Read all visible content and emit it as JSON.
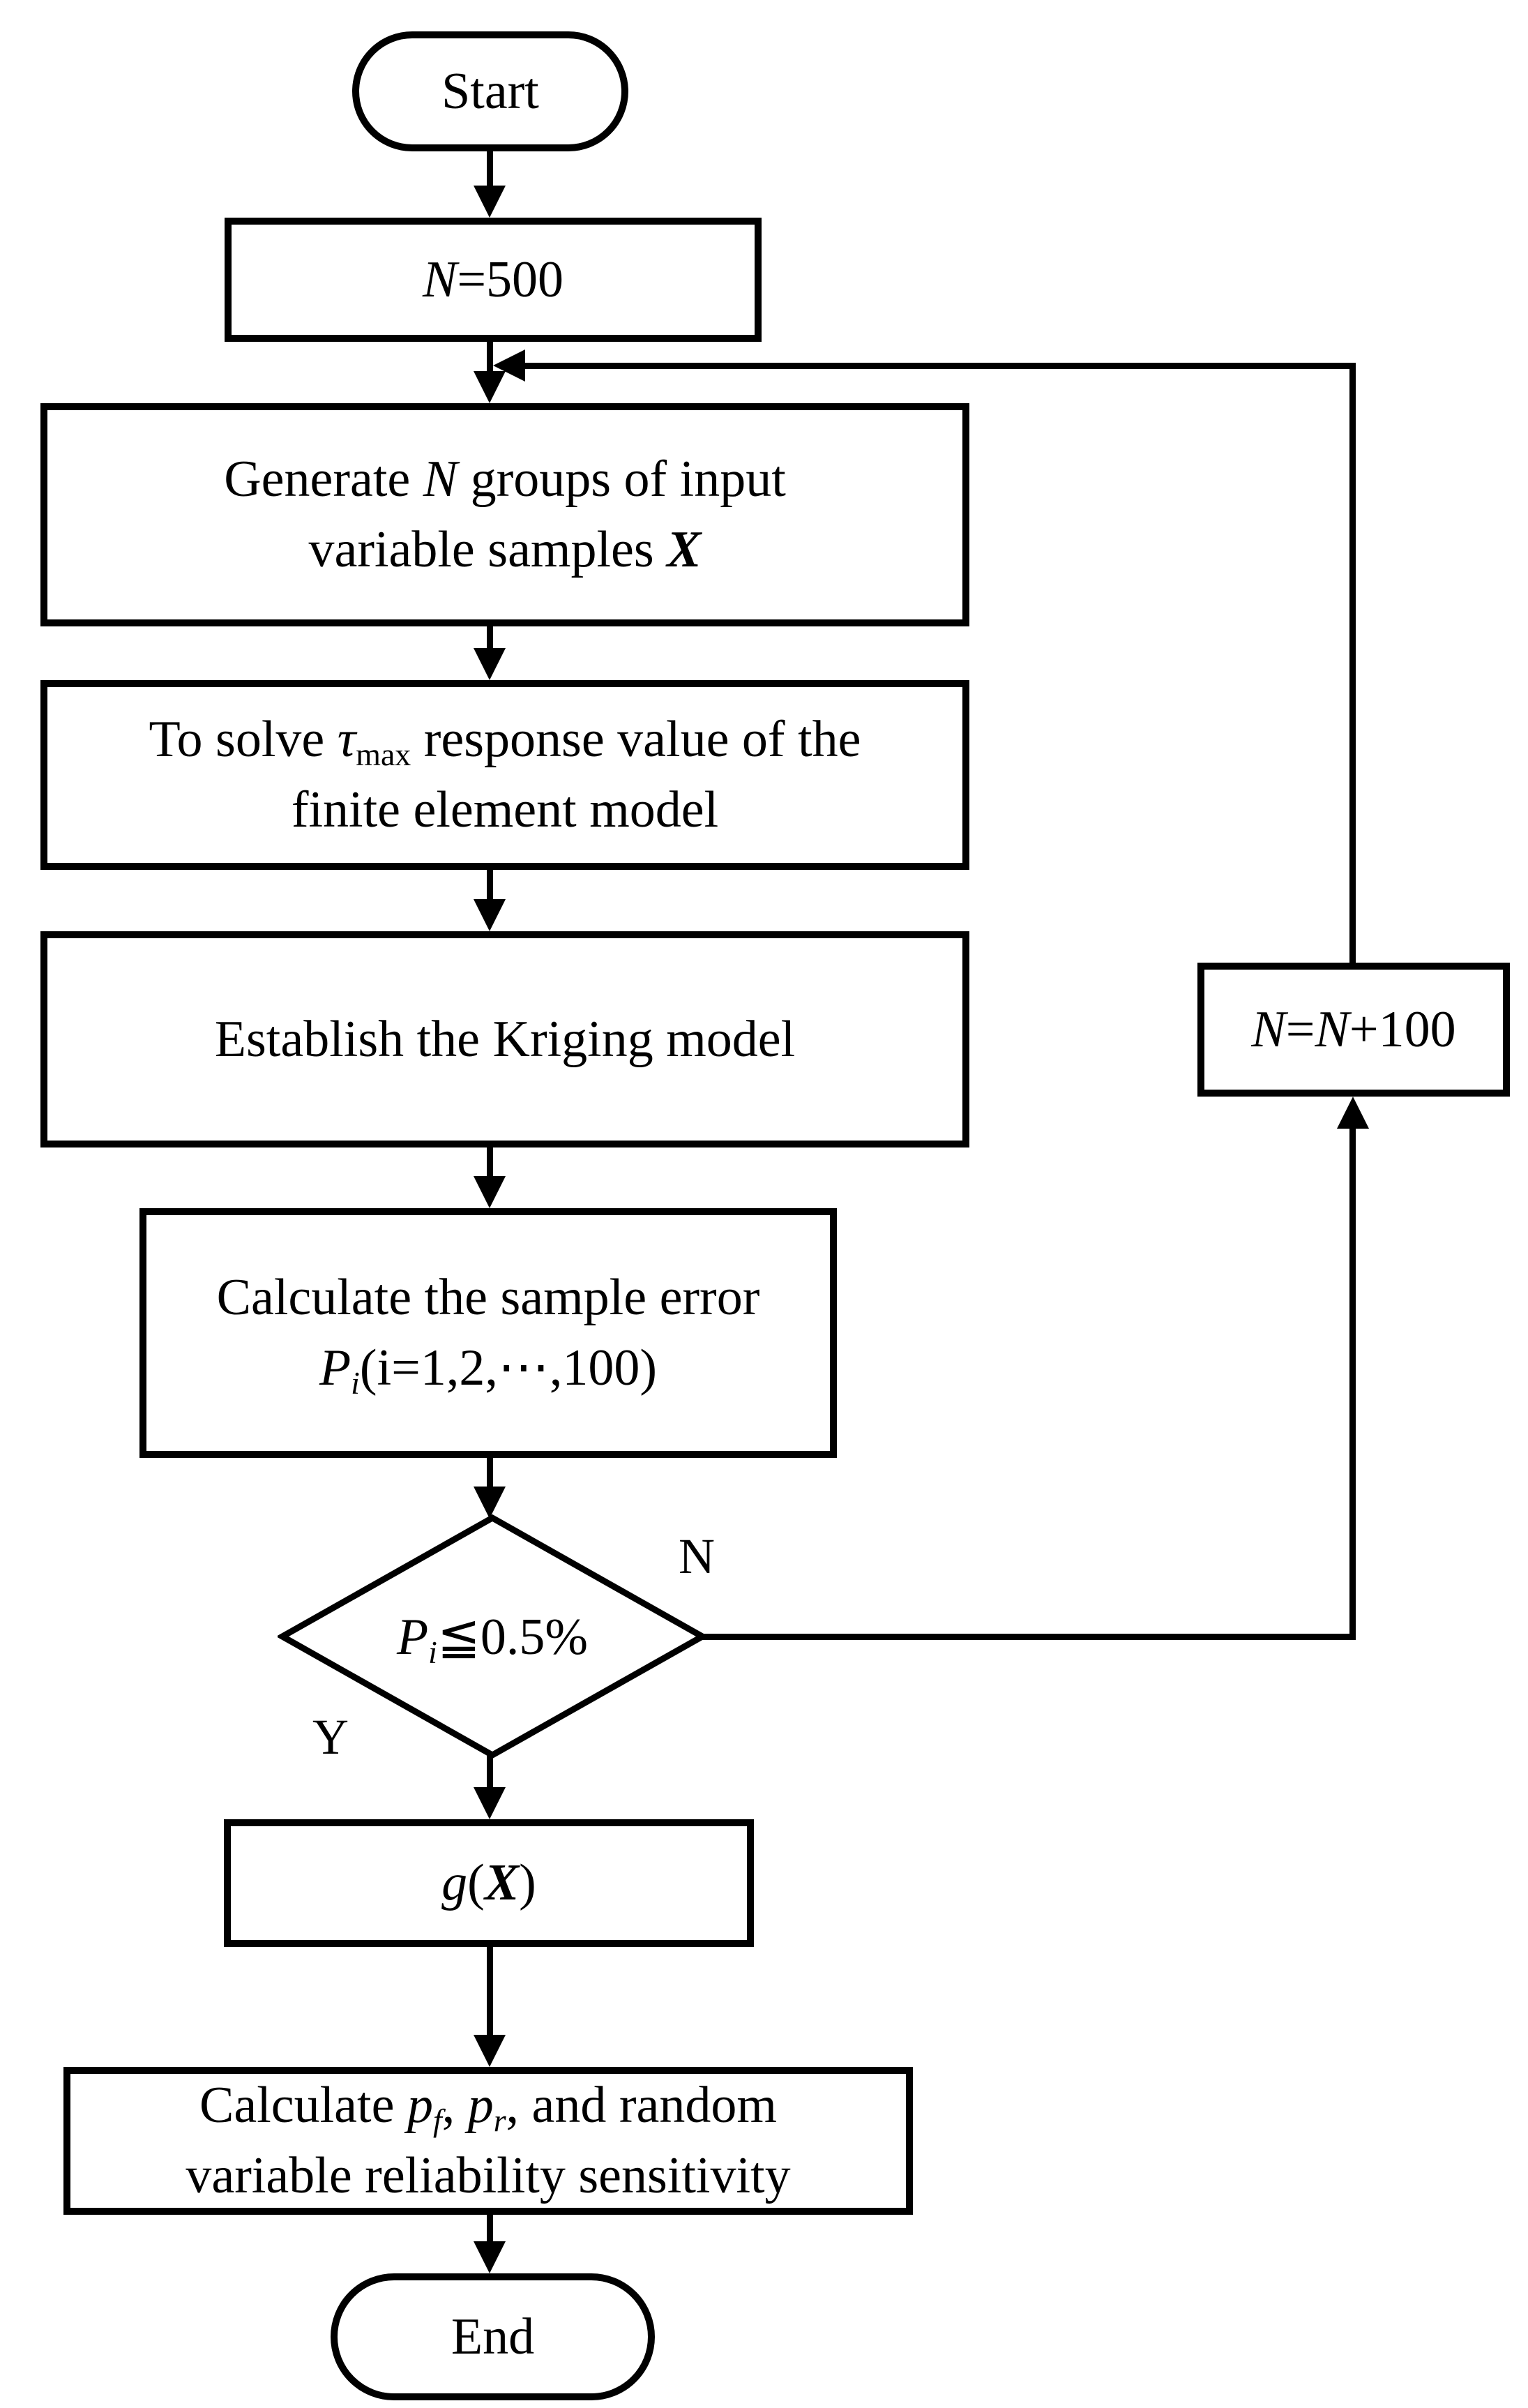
{
  "figure": {
    "type": "flowchart",
    "background_color": "#ffffff",
    "stroke_color": "#000000",
    "text_color": "#000000",
    "nodes": [
      {
        "id": "start",
        "shape": "terminator",
        "lines": [
          [
            {
              "t": "Start"
            }
          ]
        ]
      },
      {
        "id": "init-n",
        "shape": "process",
        "lines": [
          [
            {
              "t": "N",
              "s": "i"
            },
            {
              "t": "=500"
            }
          ]
        ]
      },
      {
        "id": "generate-samples",
        "shape": "process",
        "lines": [
          [
            {
              "t": "Generate "
            },
            {
              "t": "N",
              "s": "i"
            },
            {
              "t": " groups of input"
            }
          ],
          [
            {
              "t": "variable samples "
            },
            {
              "t": "X",
              "s": "bi"
            }
          ]
        ]
      },
      {
        "id": "solve-response",
        "shape": "process",
        "lines": [
          [
            {
              "t": "To solve "
            },
            {
              "t": "τ",
              "s": "i"
            },
            {
              "t": "max",
              "s": "sub"
            },
            {
              "t": " response value of the"
            }
          ],
          [
            {
              "t": "finite element model"
            }
          ]
        ]
      },
      {
        "id": "establish-kriging",
        "shape": "process",
        "lines": [
          [
            {
              "t": "Establish the Kriging model"
            }
          ]
        ]
      },
      {
        "id": "sample-error",
        "shape": "process",
        "lines": [
          [
            {
              "t": "Calculate the sample error"
            }
          ],
          [
            {
              "t": "P",
              "s": "i"
            },
            {
              "t": "i",
              "s": "subi"
            },
            {
              "t": "(i=1,2,⋯,100)"
            }
          ]
        ]
      },
      {
        "id": "error-check",
        "shape": "decision",
        "lines": [
          [
            {
              "t": "P",
              "s": "i"
            },
            {
              "t": "i",
              "s": "subi"
            },
            {
              "t": "≦0.5%"
            }
          ]
        ]
      },
      {
        "id": "increment-n",
        "shape": "process",
        "lines": [
          [
            {
              "t": "N",
              "s": "i"
            },
            {
              "t": "="
            },
            {
              "t": "N",
              "s": "i"
            },
            {
              "t": "+100"
            }
          ]
        ]
      },
      {
        "id": "limit-state",
        "shape": "process",
        "lines": [
          [
            {
              "t": "g",
              "s": "i"
            },
            {
              "t": "("
            },
            {
              "t": "X",
              "s": "bi"
            },
            {
              "t": ")"
            }
          ]
        ]
      },
      {
        "id": "reliability",
        "shape": "process",
        "lines": [
          [
            {
              "t": "Calculate "
            },
            {
              "t": "p",
              "s": "i"
            },
            {
              "t": "f",
              "s": "subi"
            },
            {
              "t": ", "
            },
            {
              "t": "p",
              "s": "i"
            },
            {
              "t": "r",
              "s": "subi"
            },
            {
              "t": ", and random"
            }
          ],
          [
            {
              "t": "variable reliability sensitivity"
            }
          ]
        ]
      },
      {
        "id": "end",
        "shape": "terminator",
        "lines": [
          [
            {
              "t": "End"
            }
          ]
        ]
      }
    ],
    "branch_labels": {
      "no": "N",
      "yes": "Y"
    }
  }
}
